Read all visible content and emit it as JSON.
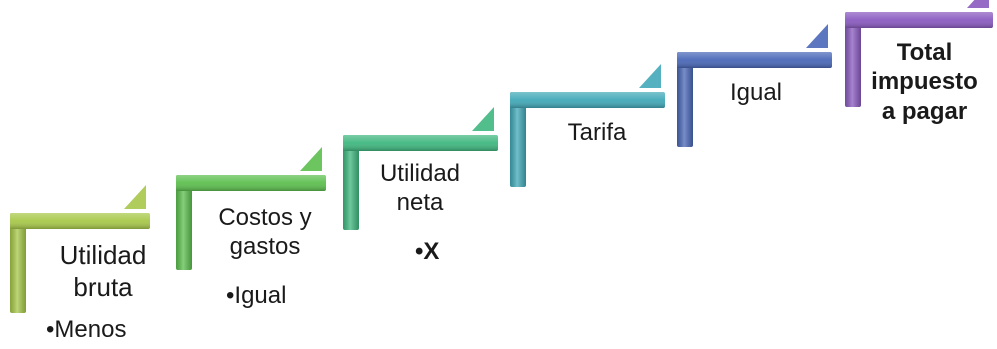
{
  "diagram": {
    "steps": [
      {
        "label": "Utilidad bruta",
        "bullet": "•Menos",
        "bold": false,
        "color": "#a7c84a"
      },
      {
        "label": "Costos y gastos",
        "bullet": "•Igual",
        "bold": false,
        "color": "#5dbf4f"
      },
      {
        "label": "Utilidad neta",
        "bullet": "•X",
        "bold": false,
        "color": "#3fb77f"
      },
      {
        "label": "Tarifa",
        "bullet": "",
        "bold": false,
        "color": "#42a9b8"
      },
      {
        "label": "Igual",
        "bullet": "",
        "bold": false,
        "color": "#4a68b8"
      },
      {
        "label": "Total impuesto a pagar",
        "bullet": "",
        "bold": true,
        "color": "#8a5bc0"
      }
    ]
  }
}
